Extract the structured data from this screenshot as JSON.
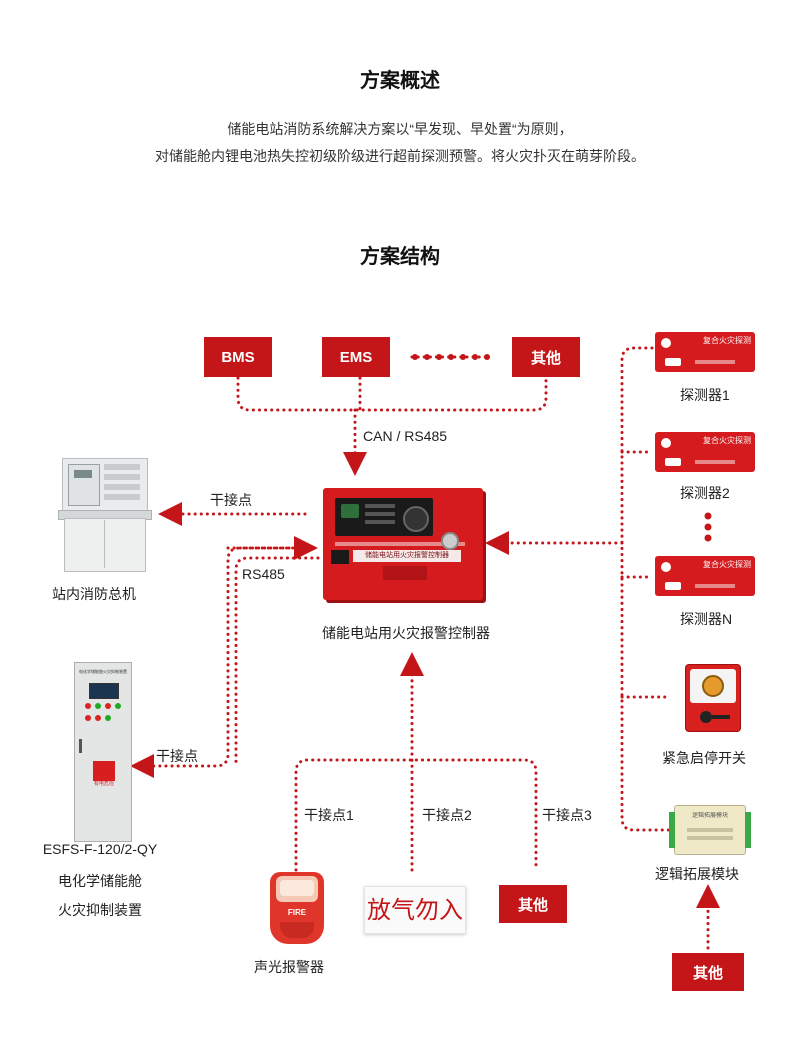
{
  "overview": {
    "title": "方案概述",
    "line1": "储能电站消防系统解决方案以“早发现、早处置“为原则，",
    "line2": "对储能舱内锂电池热失控初级阶级进行超前探测预警。将火灾扑灭在萌芽阶段。"
  },
  "structure": {
    "title": "方案结构"
  },
  "top_boxes": {
    "bms": "BMS",
    "ems": "EMS",
    "other": "其他"
  },
  "bus_label": "CAN / RS485",
  "controller": {
    "label": "储能电站用火灾报警控制器",
    "panel_text": "储能电站用火灾报警控制器"
  },
  "host": {
    "label": "站内消防总机",
    "link_label": "干接点",
    "rs485_label": "RS485"
  },
  "esfs": {
    "line1": "ESFS-F-120/2-QY",
    "line2": "电化学储能舱",
    "line3": "火灾抑制装置",
    "link_label": "干接点",
    "cabinet_text": "电化学储能舱火灾抑制装置",
    "warn_text": "有电危险"
  },
  "bottom": {
    "dry1": "干接点1",
    "dry2": "干接点2",
    "dry3": "干接点3",
    "alarm_label": "声光报警器",
    "alarm_text": "FIRE",
    "sign_text": "放气勿入",
    "other": "其他"
  },
  "right": {
    "detector_panel": "复合火灾探测器",
    "detector1": "探测器1",
    "detector2": "探测器2",
    "detectorN": "探测器N",
    "switch_label": "紧急启停开关",
    "module_label": "逻辑拓展模块",
    "module_text": "逻辑拓展模块",
    "other": "其他"
  },
  "colors": {
    "accent": "#c41518",
    "line": "#c41518"
  }
}
